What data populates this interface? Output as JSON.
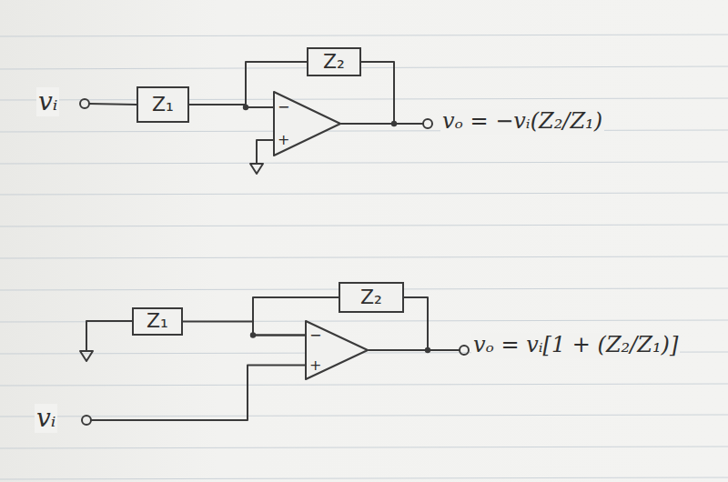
{
  "diagram": {
    "nodes": [
      {
        "text": [
          "Z₂"
        ]
      },
      {
        "text": [
          "Z₁"
        ]
      },
      {
        "text": [
          "−",
          "+"
        ]
      },
      {
        "text": [
          "Z₂"
        ]
      },
      {
        "text": [
          "Z₁"
        ]
      },
      {
        "text": [
          "−",
          "+"
        ]
      }
    ],
    "edges": [
      {
        "from": 1,
        "to": 2,
        "arrow": "none"
      },
      {
        "from": 0,
        "to": 2,
        "arrow": "none"
      },
      {
        "from": 2,
        "to": 0,
        "arrow": "none"
      },
      {
        "from": 4,
        "to": 5,
        "arrow": "none"
      },
      {
        "from": 3,
        "to": 5,
        "arrow": "none"
      },
      {
        "from": 5,
        "to": 3,
        "arrow": "none"
      }
    ],
    "labels": [
      "vᵢ",
      "vₒ = −vᵢ(Z₂/Z₁)",
      "vᵢ",
      "vₒ = vᵢ[1 + (Z₂/Z₁)]"
    ]
  }
}
